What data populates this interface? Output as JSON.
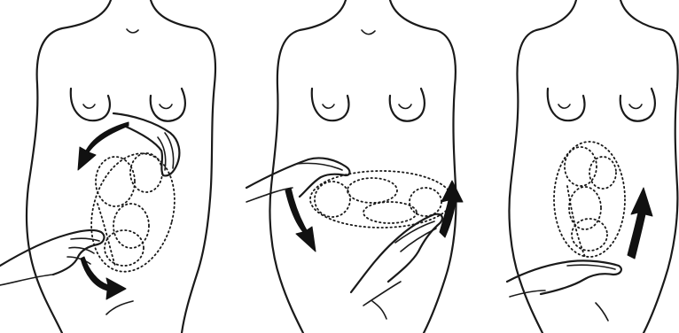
{
  "figure": {
    "panels": [
      {
        "id": "panel-1",
        "arrows": 2
      },
      {
        "id": "panel-2",
        "arrows": 2
      },
      {
        "id": "panel-3",
        "arrows": 1
      }
    ],
    "colors": {
      "ink": "#1a1a1a",
      "background": "#ffffff"
    }
  }
}
